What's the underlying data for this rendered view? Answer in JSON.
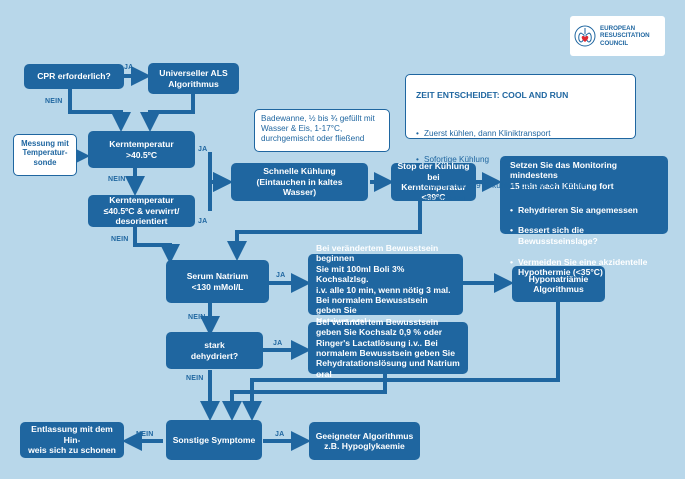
{
  "logo": {
    "text": "EUROPEAN\nRESUSCITATION\nCOUNCIL",
    "icon": "erc-lungs-heart-logo",
    "heart_color": "#e0282f"
  },
  "colors": {
    "background": "#b8d7ea",
    "box": "#1f66a0",
    "text_on_box": "#ffffff",
    "arrow": "#1f66a0"
  },
  "boxes": {
    "cpr": "CPR erforderlich?",
    "als": "Universeller ALS\nAlgorithmus",
    "kern_hoch": "Kerntemperatur\n>40.5ºC",
    "kern_niedrig": "Kerntemperatur\n≤40.5ºC & verwirrt/\ndesorientiert",
    "kuehlung": "Schnelle Kühlung\n(Eintauchen in kaltes\nWasser)",
    "stop": "Stop der Kühlung\nbei Kerntemperatur\n<39ºC",
    "natrium": "Serum Natrium\n<130 mMol/L",
    "dehydriert": "stark\ndehydriert?",
    "sonstige": "Sonstige Symptome",
    "entlassung": "Entlassung mit dem Hin-\nweis sich zu schonen",
    "hyponatriaemie": "Hyponatriämie\nAlgorithmus",
    "geeignet": "Geeigneter Algorithmus\nz.B. Hypoglykaemie",
    "natrium_bewusst": "Bei verändertem Bewusstsein beginnen\nSie mit 100ml Boli 3% Kochsalzlsg.\ni.v. alle 10 min,  wenn nötig 3 mal.\nBei normalem Bewusstsein geben Sie\nNatrium oral.",
    "dehyd_bewusst": "Bei verändertem Bewusstsein\ngeben Sie Kochsalz 0,9 % oder\nRinger's Lactatlösung i.v.. Bei\nnormalem Bewusstsein geben Sie\nRehydratationslösung und Natrium oral"
  },
  "monitoring": {
    "title": "Setzen Sie das Monitoring mindestens\n15 min nach Kühlung fort",
    "items": [
      "Rehydrieren Sie angemessen",
      "Bessert sich die Bewusstseinslage?",
      "Vermeiden Sie eine akzidentelle\nHypothermie (<35°C)"
    ]
  },
  "notes": {
    "messung": "Messung mit\nTemperatur-\nsonde",
    "badewanne": "Badewanne, ½ bis ¾ gefüllt mit\nWasser & Eis, 1-17°C,\ndurchgemischt oder fließend"
  },
  "zeit": {
    "title": "ZEIT ENTSCHEIDET: COOL AND RUN",
    "items": [
      "Zuerst kühlen, dann Kliniktransport",
      "Sofortige Kühlung",
      "Schnell auf <39°C  kühlen, bis die Symptome nachlassen"
    ]
  },
  "labels": {
    "ja": "JA",
    "nein": "NEIN"
  }
}
